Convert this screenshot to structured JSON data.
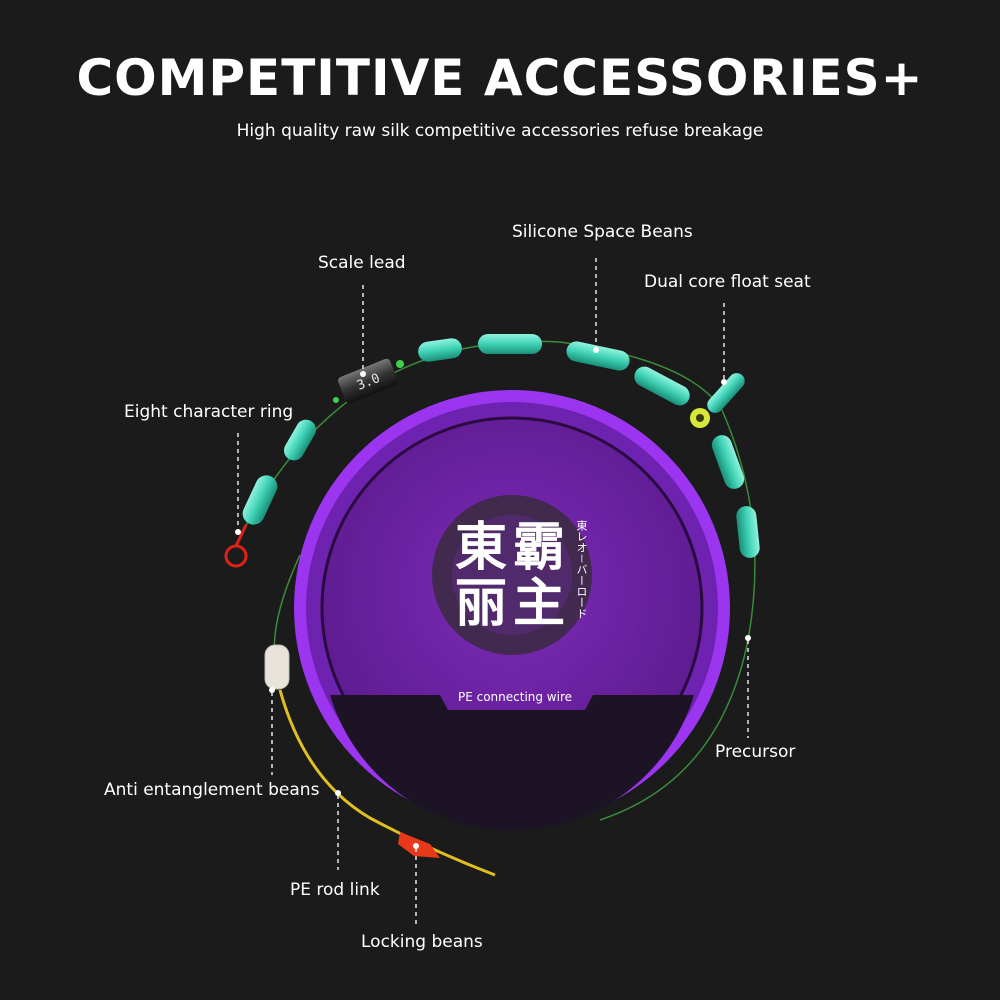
{
  "header": {
    "title": "COMPETITIVE ACCESSORIES+",
    "subtitle": "High quality raw silk competitive accessories refuse breakage"
  },
  "labels": {
    "silicone_space_beans": "Silicone Space Beans",
    "scale_lead": "Scale lead",
    "dual_core_float_seat": "Dual core float seat",
    "eight_character_ring": "Eight character ring",
    "precursor": "Precursor",
    "anti_entanglement_beans": "Anti entanglement beans",
    "pe_rod_link": "PE rod link",
    "locking_beans": "Locking beans"
  },
  "spool": {
    "brand_text": "東霸丽主",
    "brand_sub": "東レオ－バーロード",
    "label": "PE connecting wire"
  },
  "colors": {
    "background": "#1b1b1b",
    "bean": "#3fd1b5",
    "spool_purple": "#8a2be2",
    "ring": "#e0201a"
  }
}
